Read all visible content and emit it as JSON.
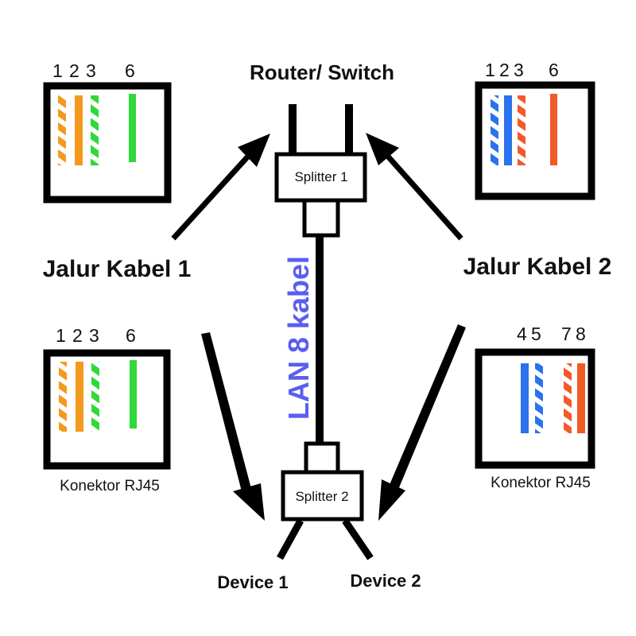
{
  "title": "Router/ Switch",
  "jalur1": "Jalur Kabel 1",
  "jalur2": "Jalur Kabel 2",
  "splitter1": "Splitter 1",
  "splitter2": "Splitter 2",
  "lan_label": "LAN 8 kabel",
  "device1": "Device 1",
  "device2": "Device 2",
  "connector_caption_left": "Konektor RJ45",
  "connector_caption_right": "Konektor RJ45",
  "pins_tl": [
    "1",
    "2",
    "3",
    "6"
  ],
  "pins_bl": [
    "1",
    "2",
    "3",
    "6"
  ],
  "pins_tr": [
    "1",
    "2",
    "3",
    "6"
  ],
  "pins_br": [
    "4",
    "5",
    "7",
    "8"
  ],
  "colors": {
    "orange": "#f39a1e",
    "green": "#2fd93a",
    "blue": "#2a72ee",
    "red_orange": "#f25a26",
    "lan_text": "#5a5ef0"
  }
}
